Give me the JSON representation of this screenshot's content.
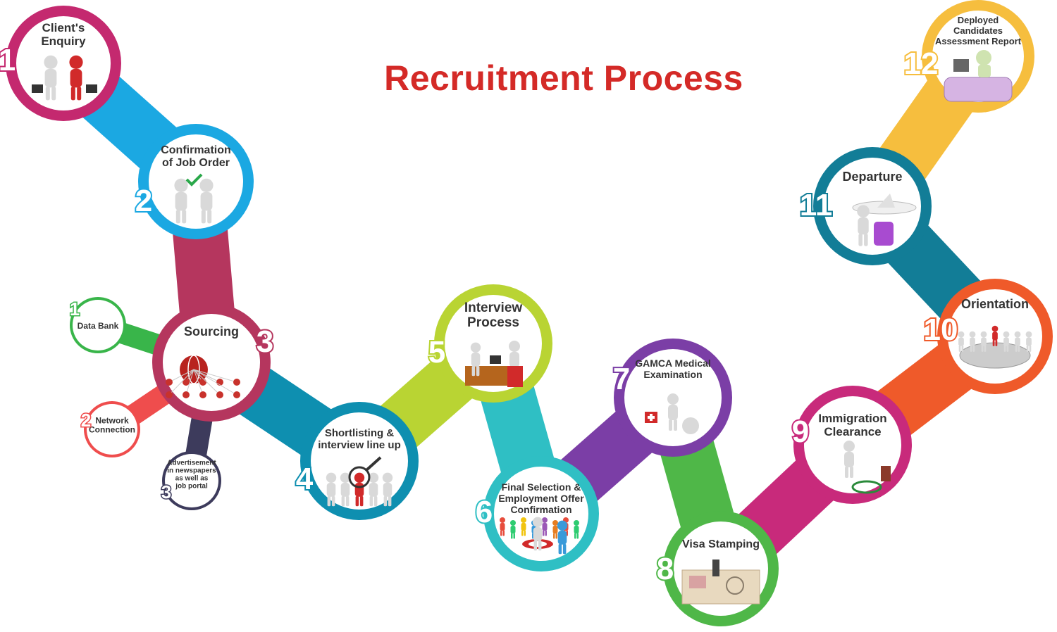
{
  "title": "Recruitment Process",
  "steps": [
    {
      "number": "1",
      "label_lines": [
        "Client's",
        "Enquiry"
      ],
      "icon": "handshake-icon",
      "color": "#c4296f"
    },
    {
      "number": "2",
      "label_lines": [
        "Confirmation",
        "of Job Order"
      ],
      "icon": "agreement-check-icon",
      "color": "#1ba8e2"
    },
    {
      "number": "3",
      "label_lines": [
        "Sourcing"
      ],
      "icon": "globe-network-icon",
      "color": "#b5365e"
    },
    {
      "number": "4",
      "label_lines": [
        "Shortlisting &",
        "interview line up"
      ],
      "icon": "magnifier-people-icon",
      "color": "#0e8fb0"
    },
    {
      "number": "5",
      "label_lines": [
        "Interview",
        "Process"
      ],
      "icon": "interview-desk-icon",
      "color": "#b9d433"
    },
    {
      "number": "6",
      "label_lines": [
        "Final Selection &",
        "Employment Offer",
        "Confirmation"
      ],
      "icon": "target-people-icon",
      "color": "#2fbfc4"
    },
    {
      "number": "7",
      "label_lines": [
        "GAMCA Medical",
        "Examination"
      ],
      "icon": "medical-icon",
      "color": "#7b3ea6"
    },
    {
      "number": "8",
      "label_lines": [
        "Visa Stamping"
      ],
      "icon": "passport-stamp-icon",
      "color": "#4fb748"
    },
    {
      "number": "9",
      "label_lines": [
        "Immigration",
        "Clearance"
      ],
      "icon": "stamp-icon",
      "color": "#c82a7b"
    },
    {
      "number": "10",
      "label_lines": [
        "Orientation"
      ],
      "icon": "meeting-table-icon",
      "color": "#ef5a2a"
    },
    {
      "number": "11",
      "label_lines": [
        "Departure"
      ],
      "icon": "airplane-luggage-icon",
      "color": "#127d97"
    },
    {
      "number": "12",
      "label_lines": [
        "Deployed",
        "Candidates",
        "Assessment Report"
      ],
      "icon": "reception-desk-icon",
      "color": "#f6be3e"
    }
  ],
  "sub_steps": [
    {
      "number": "1",
      "label_lines": [
        "Data Bank"
      ],
      "color": "#39b54a"
    },
    {
      "number": "2",
      "label_lines": [
        "Network",
        "Connection"
      ],
      "color": "#ef4d4d"
    },
    {
      "number": "3",
      "label_lines": [
        "Advertisement",
        "in newspapers",
        "as well as",
        "job portal"
      ],
      "color": "#3d3b5c"
    }
  ]
}
